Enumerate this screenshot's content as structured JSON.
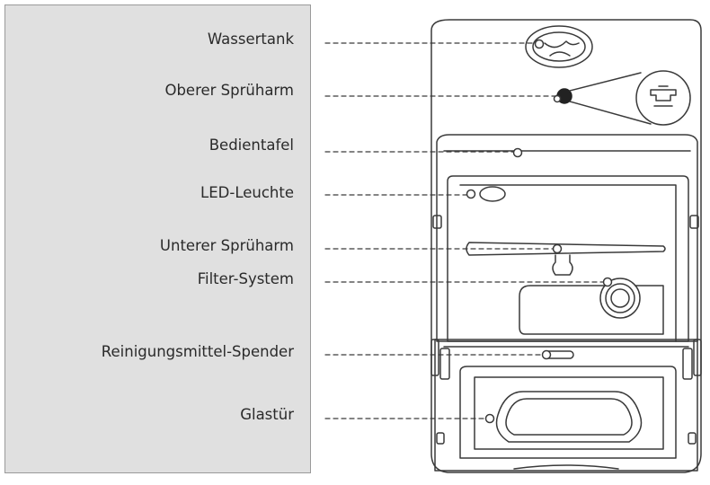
{
  "labels": [
    "Wassertank",
    "Oberer Sprüharm",
    "Bedientafel",
    "LED-Leuchte",
    "Unterer Sprüharm",
    "Filter-System",
    "Reinigungsmittel-Spender",
    "Glastür"
  ],
  "colors": {
    "panel": "#e0e0e0",
    "line": "#3a3a3a",
    "dark_part": "#222222"
  }
}
